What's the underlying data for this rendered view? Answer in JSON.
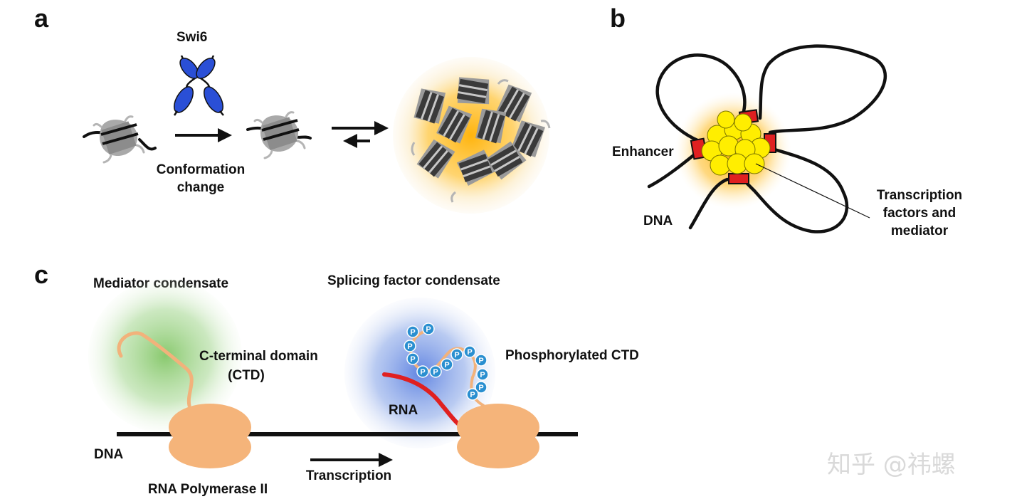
{
  "panel_a": {
    "letter": "a",
    "protein_label": "Swi6",
    "arrow_label_line1": "Conformation",
    "arrow_label_line2": "change"
  },
  "panel_b": {
    "letter": "b",
    "enhancer_label": "Enhancer",
    "dna_label": "DNA",
    "tf_label_line1": "Transcription",
    "tf_label_line2": "factors and",
    "tf_label_line3": "mediator"
  },
  "panel_c": {
    "letter": "c",
    "mediator_title": "Mediator condensate",
    "splicing_title": "Splicing factor condensate",
    "ctd_label_line1": "C-terminal domain",
    "ctd_label_line2": "(CTD)",
    "phospho_label": "Phosphorylated CTD",
    "rna_label": "RNA",
    "dna_label": "DNA",
    "transcription_label": "Transcription",
    "pol_label": "RNA Polymerase II",
    "phospho_symbol": "P"
  },
  "watermark": "知乎 @祎螺",
  "colors": {
    "swi6_blue": "#2a4fd6",
    "nucleosome_gray": "#a6a6a6",
    "condensate_yellow": "#ffb81c",
    "enhancer_red": "#e02020",
    "tf_yellow": "#ffee00",
    "mediator_green": "#8fcf73",
    "splicing_blue": "#7a96e0",
    "polymerase_orange": "#f5b47a",
    "rna_red": "#e02020",
    "phospho_blue": "#2a8fd0"
  }
}
